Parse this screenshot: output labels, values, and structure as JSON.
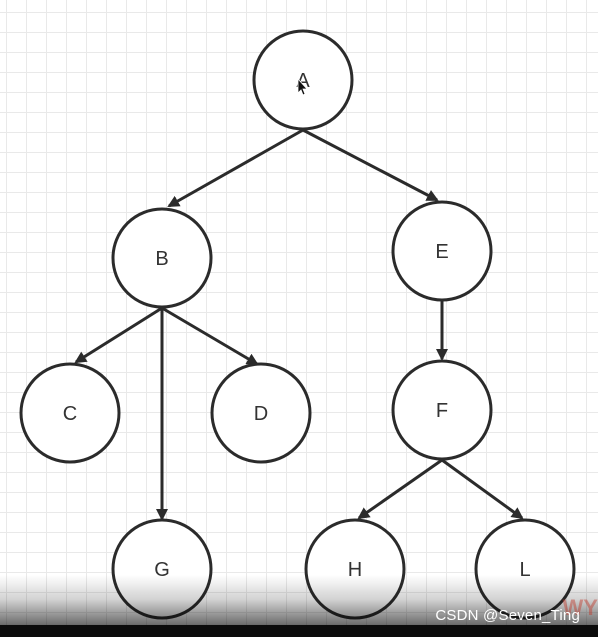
{
  "nodes": {
    "a": "A",
    "b": "B",
    "c": "C",
    "d": "D",
    "e": "E",
    "f": "F",
    "g": "G",
    "h": "H",
    "l": "L"
  },
  "edges": [
    [
      "A",
      "B"
    ],
    [
      "A",
      "E"
    ],
    [
      "B",
      "C"
    ],
    [
      "B",
      "G"
    ],
    [
      "B",
      "D"
    ],
    [
      "E",
      "F"
    ],
    [
      "F",
      "H"
    ],
    [
      "F",
      "L"
    ]
  ],
  "watermark": {
    "text": "CSDN @Seven_Ting",
    "logo": "WY"
  },
  "colors": {
    "stroke": "#2b2b2b",
    "label": "#333333",
    "grid": "#e9e9e9"
  }
}
